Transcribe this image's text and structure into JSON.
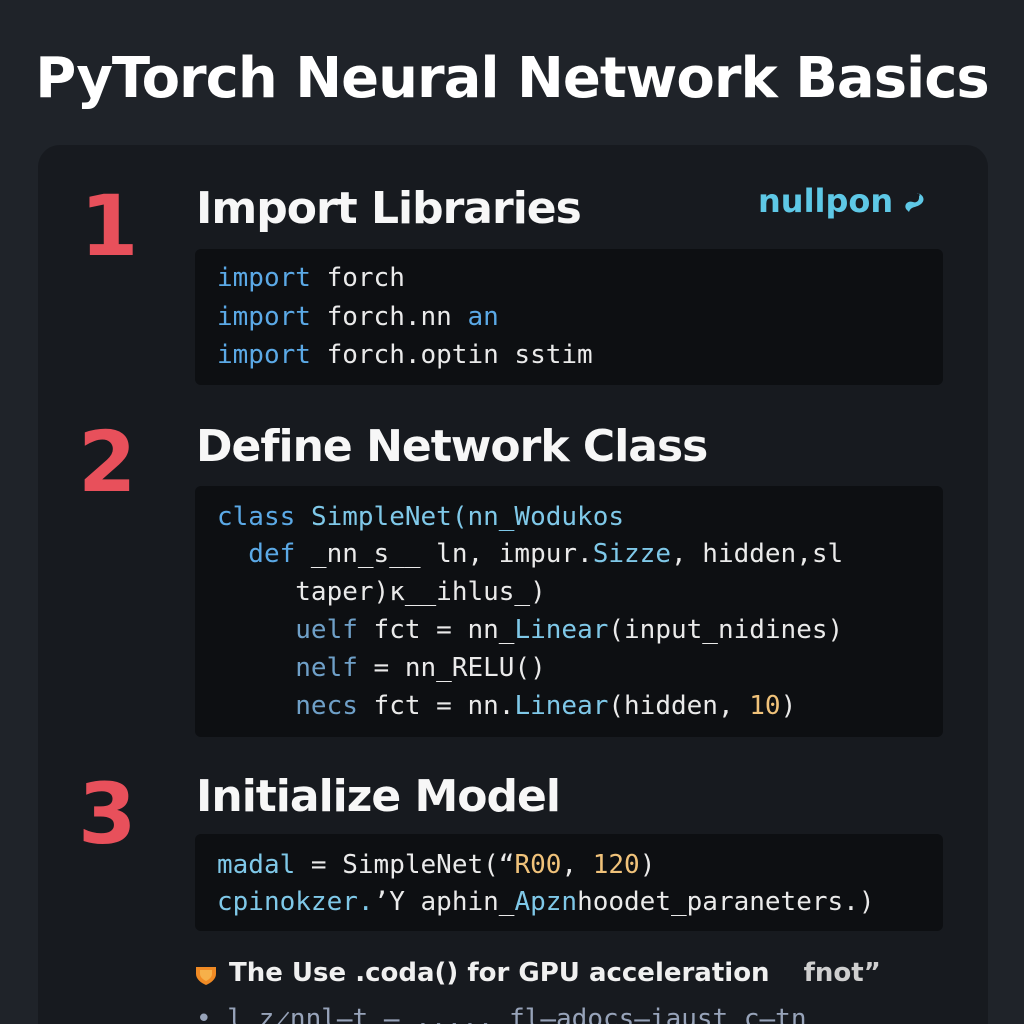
{
  "page": {
    "title": "PyTorch Neural Network Basics"
  },
  "brand": {
    "text": "nullpon",
    "icon": "python-snake-icon",
    "color": "#5ec8e6"
  },
  "accent_color": "#e8505b",
  "steps": [
    {
      "number": "1",
      "title": "Import Libraries",
      "code": [
        [
          "import",
          " forch"
        ],
        [
          "import",
          " forch.nn ",
          "an"
        ],
        [
          "import",
          " forch.optin sstim"
        ]
      ]
    },
    {
      "number": "2",
      "title": "Define Network Class",
      "code": [
        [
          "class",
          " ",
          "SimpleNet(nn_Wodukos"
        ],
        [
          "  def",
          " _nn_s__ ln, impur.",
          "Sizze",
          ", hidden,sl"
        ],
        [
          "     ",
          "taper)κ__ihlus_)"
        ],
        [
          "     ",
          "uelf",
          " fct = nn_",
          "Linear",
          "(input_nidines)"
        ],
        [
          "     ",
          "nelf",
          " = nn_RELU()"
        ],
        [
          "     ",
          "necs",
          " fct = nn.",
          "Linear",
          "(hidden, ",
          "10",
          ")"
        ]
      ]
    },
    {
      "number": "3",
      "title": "Initialize Model",
      "code": [
        [
          "madal",
          " = SimpleNet(“",
          "R00",
          ", ",
          "120",
          ")"
        ],
        [
          "cpinokzer.",
          "’Y aphin_",
          "Apzn",
          "hoodet_paraneters.)"
        ]
      ]
    }
  ],
  "tip": {
    "icon": "shield-icon",
    "text": "The Use .coda() for GPU acceleration",
    "extra": "fnot”"
  },
  "garbled_line": "• l z̷nnl̶t ̶ ..... fl̶adocs̶iaust c̶tn"
}
